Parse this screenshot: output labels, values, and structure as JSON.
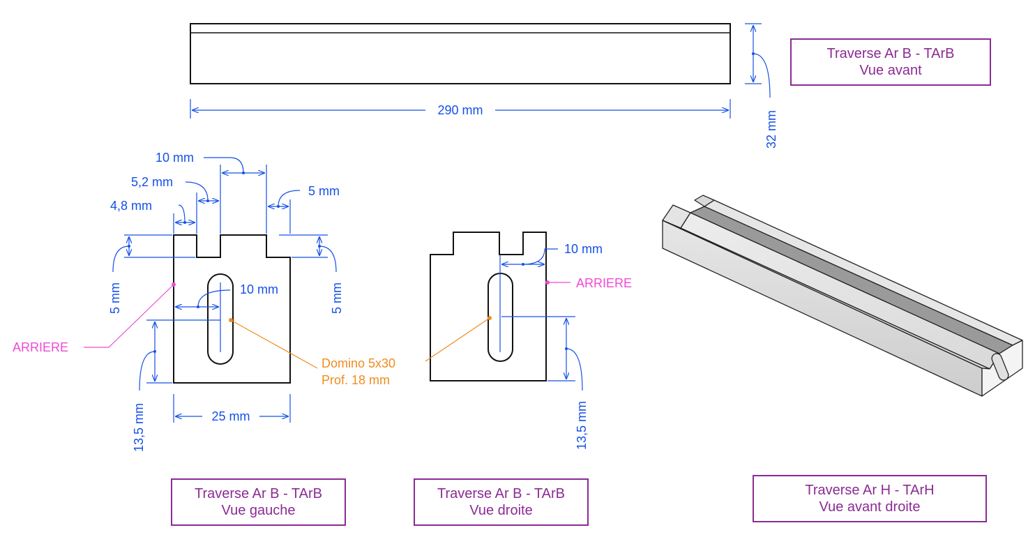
{
  "views": {
    "front": {
      "title": "Traverse Ar B - TArB",
      "subtitle": "Vue avant"
    },
    "left": {
      "title": "Traverse Ar B - TArB",
      "subtitle": "Vue gauche"
    },
    "right": {
      "title": "Traverse Ar B - TArB",
      "subtitle": "Vue droite"
    },
    "iso": {
      "title": "Traverse Ar H - TArH",
      "subtitle": "Vue avant droite"
    }
  },
  "dimensions": {
    "length": "290 mm",
    "height": "32 mm",
    "width": "25 mm",
    "groove_width": "10 mm",
    "left_offset_1": "5,2 mm",
    "left_offset_2": "4,8 mm",
    "right_offset": "5 mm",
    "groove_depth_left": "5 mm",
    "groove_depth_right": "5 mm",
    "domino_width_left": "10 mm",
    "domino_width_right": "10 mm",
    "domino_height_left": "13,5 mm",
    "domino_height_right": "13,5 mm"
  },
  "annotations": {
    "rear_left": "ARRIERE",
    "rear_right": "ARRIERE",
    "domino_line1": "Domino 5x30",
    "domino_line2": "Prof. 18 mm"
  },
  "colors": {
    "dimension": "#1550e6",
    "caption": "#8b2b93",
    "domino": "#f08c1e",
    "rear": "#f04ad2",
    "outline": "#111111"
  }
}
